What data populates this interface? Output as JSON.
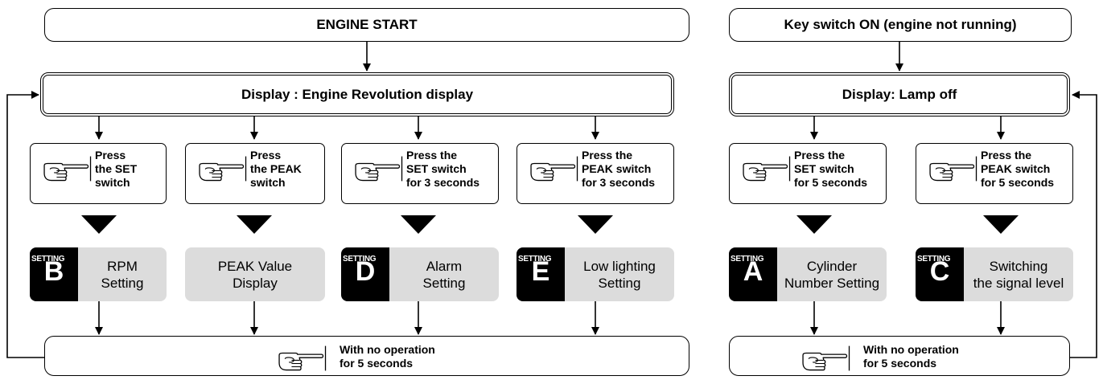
{
  "left": {
    "start": "ENGINE START",
    "display": "Display : Engine Revolution display",
    "columns": [
      {
        "press": [
          "Press",
          "the SET",
          "switch"
        ],
        "setting_tag": "SETTING",
        "letter": "B",
        "result": [
          "RPM",
          "Setting"
        ]
      },
      {
        "press": [
          "Press",
          "the PEAK",
          "switch"
        ],
        "setting_tag": "",
        "letter": "",
        "result": [
          "PEAK Value",
          "Display"
        ]
      },
      {
        "press": [
          "Press the",
          "SET switch",
          "for 3 seconds"
        ],
        "setting_tag": "SETTING",
        "letter": "D",
        "result": [
          "Alarm",
          "Setting"
        ]
      },
      {
        "press": [
          "Press the",
          "PEAK switch",
          "for 3 seconds"
        ],
        "setting_tag": "SETTING",
        "letter": "E",
        "result": [
          "Low lighting",
          "Setting"
        ]
      }
    ],
    "wait": [
      "With no operation",
      "for 5 seconds"
    ]
  },
  "right": {
    "start": "Key switch ON (engine not running)",
    "display": "Display: Lamp off",
    "columns": [
      {
        "press": [
          "Press the",
          "SET switch",
          "for 5 seconds"
        ],
        "setting_tag": "SETTING",
        "letter": "A",
        "result": [
          "Cylinder",
          "Number Setting"
        ]
      },
      {
        "press": [
          "Press the",
          "PEAK switch",
          "for 5 seconds"
        ],
        "setting_tag": "SETTING",
        "letter": "C",
        "result": [
          "Switching",
          "the signal level"
        ]
      }
    ],
    "wait": [
      "With no operation",
      "for 5 seconds"
    ]
  },
  "icons": [
    "pointing-hand-icon",
    "down-triangle-icon",
    "arrow-icon"
  ]
}
